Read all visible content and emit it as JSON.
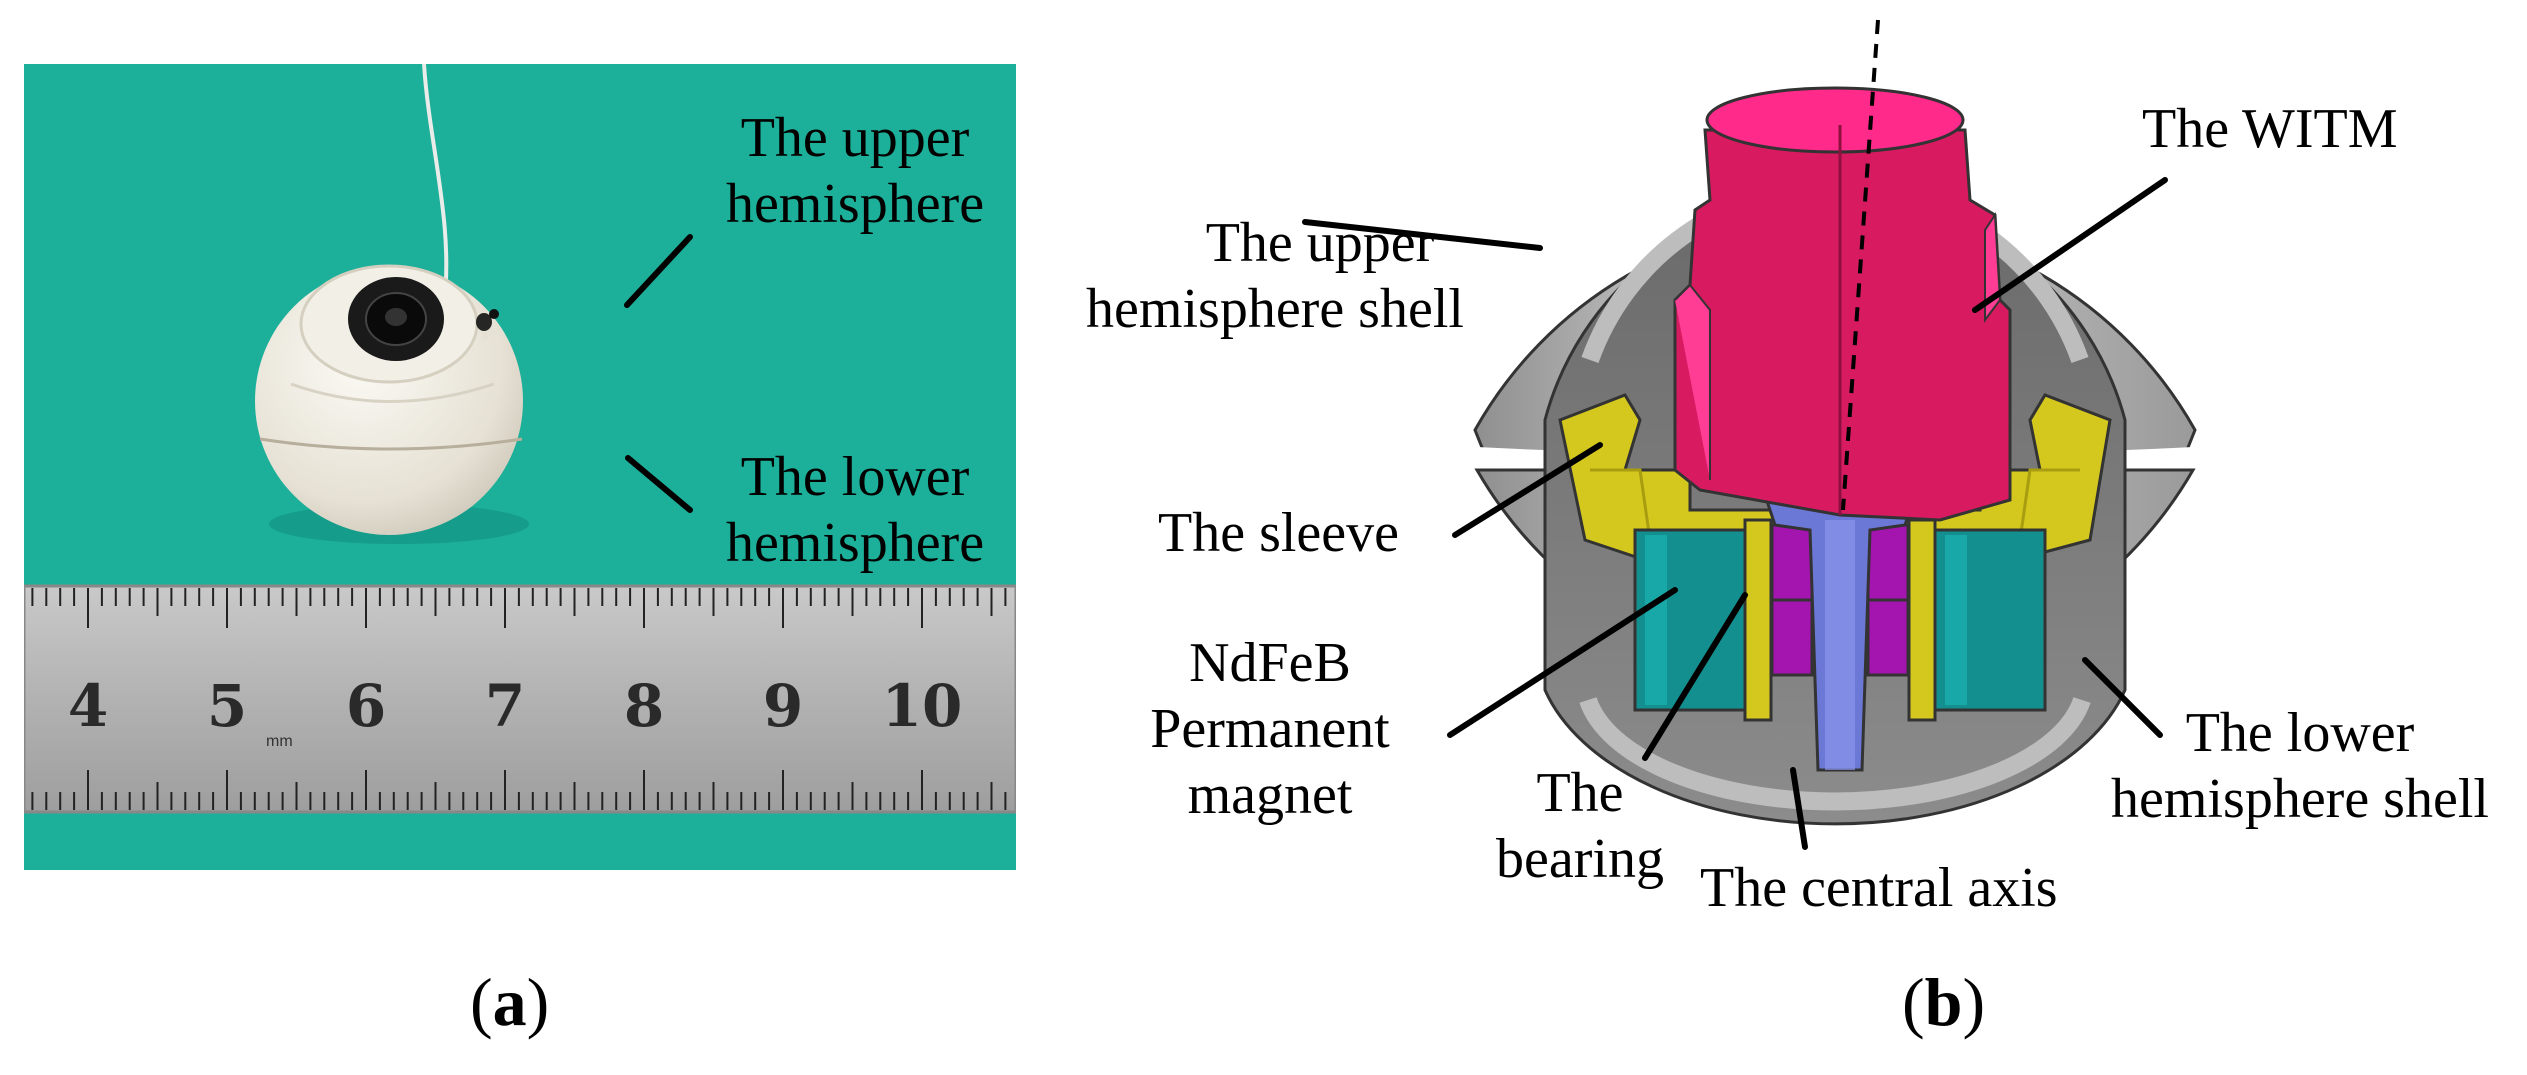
{
  "panel_a": {
    "label_letter": "a",
    "labels": {
      "upper_line1": "The upper",
      "upper_line2": "hemisphere",
      "lower_line1": "The lower",
      "lower_line2": "hemisphere"
    },
    "ruler": {
      "numbers": [
        "4",
        "5",
        "6",
        "7",
        "8",
        "9",
        "10"
      ],
      "unit": "mm"
    }
  },
  "panel_b": {
    "label_letter": "b",
    "labels": {
      "witm": "The WITM",
      "upper_shell_line1": "The upper",
      "upper_shell_line2": "hemisphere shell",
      "sleeve": "The sleeve",
      "magnet_line1": "NdFeB",
      "magnet_line2": "Permanent",
      "magnet_line3": "magnet",
      "bearing_line1": "The",
      "bearing_line2": "bearing",
      "central_axis": "The central axis",
      "lower_shell_line1": "The lower",
      "lower_shell_line2": "hemisphere shell"
    },
    "colors": {
      "witm": "#d81b60",
      "witm_top": "#ff2a8a",
      "sleeve": "#d4c81e",
      "magnet": "#148f8f",
      "bearing": "#a415b0",
      "axis": "#6b78d6",
      "shell": "#a8a8a8"
    }
  },
  "photo_colors": {
    "background": "#1fb49e",
    "ball": "#eeeae0",
    "ruler": "#b9b9b9"
  }
}
